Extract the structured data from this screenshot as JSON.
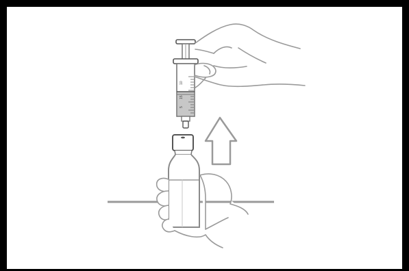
{
  "illustration": {
    "colors": {
      "border": "#000000",
      "outline": "#9a9a9a",
      "dark_outline": "#555555",
      "liquid": "#c7c7c7",
      "background": "#ffffff"
    },
    "syringe": {
      "scale_labels": [
        "10",
        "15",
        "5"
      ]
    },
    "arrow": {
      "direction": "up",
      "icon": "up-arrow-icon"
    },
    "icons": [
      "hand-holding-syringe",
      "hand-holding-bottle",
      "bottle",
      "syringe",
      "up-arrow-icon"
    ]
  }
}
